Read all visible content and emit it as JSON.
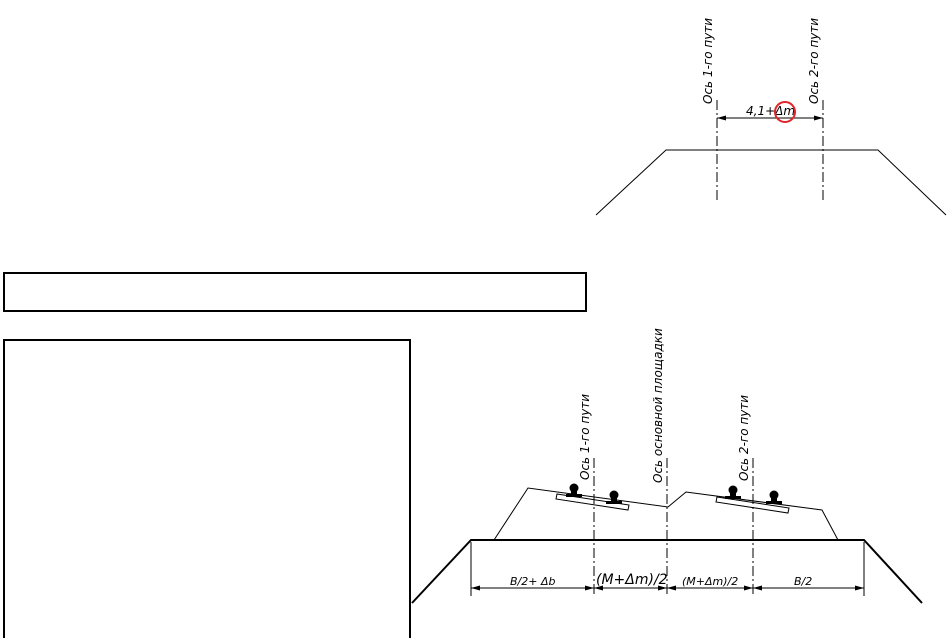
{
  "top_diagram": {
    "axis_track1_label": "Ось 1-го пути",
    "axis_track2_label": "Ось 2-го пути",
    "spacing_label": "4,1+Δm",
    "highlight_color": "#e0242a"
  },
  "bottom_diagram": {
    "axis_track1_label": "Ось 1-го пути",
    "axis_platform_label": "Ось основной площадки",
    "axis_track2_label": "Ось 2-го пути",
    "dim_1": "B/2+ Δb",
    "dim_2": "(M+Δm)/2",
    "dim_3": "(M+Δm)/2",
    "dim_4": "B/2"
  },
  "colors": {
    "line": "#000000",
    "background": "#ffffff"
  }
}
